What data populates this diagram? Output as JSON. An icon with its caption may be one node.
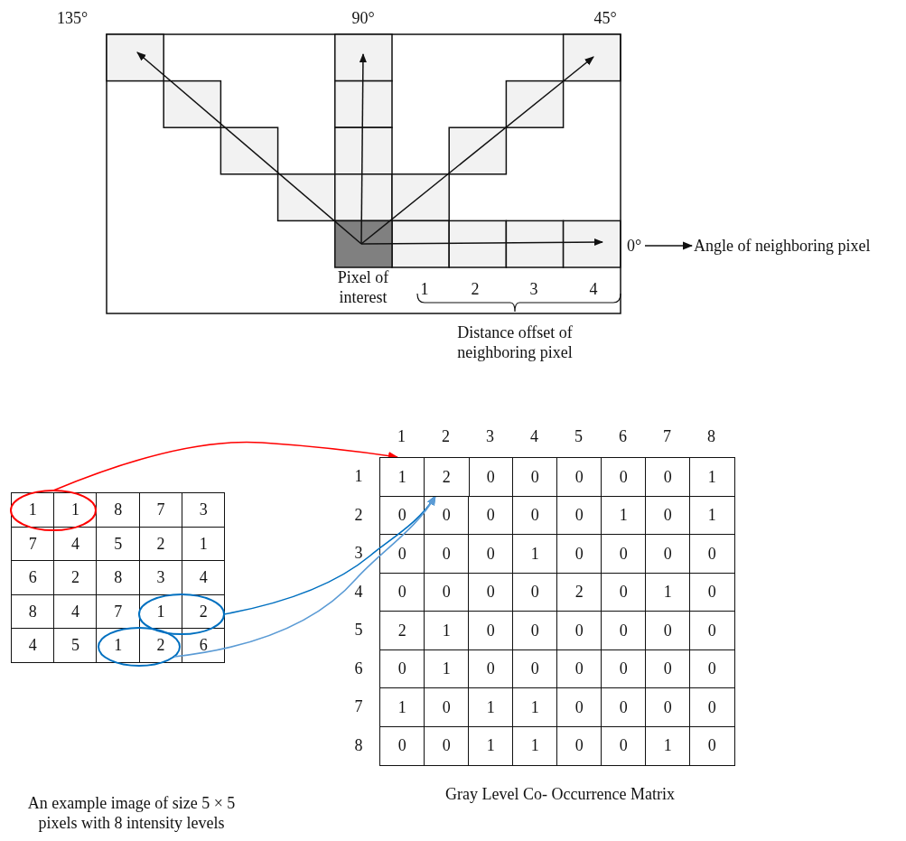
{
  "diagram": {
    "nodes": [
      {
        "text": [
          "0°"
        ]
      },
      {
        "text": [
          "Angle of neighboring pixel"
        ]
      },
      {
        "text": [
          "1"
        ]
      },
      {
        "text": [
          "2"
        ]
      },
      {
        "text": [],
        "shape": "ellipse"
      },
      {
        "text": [],
        "shape": "ellipse"
      },
      {
        "text": [],
        "shape": "ellipse"
      }
    ],
    "edges": [
      {
        "from": 0,
        "to": 1,
        "arrow": "to"
      },
      {
        "from": 4,
        "to": 2,
        "arrow": "to",
        "color": "#ff0000"
      },
      {
        "from": 5,
        "to": 3,
        "arrow": "to",
        "color": "#0070c0"
      },
      {
        "from": 6,
        "to": 3,
        "arrow": "to",
        "color": "#5b9bd5"
      }
    ],
    "labels": [
      "135°",
      "90°",
      "45°",
      "Pixel of interest",
      "1",
      "2",
      "3",
      "4",
      "Distance offset of neighboring pixel",
      "1",
      "1",
      "8",
      "7",
      "3",
      "7",
      "4",
      "5",
      "2",
      "1",
      "6",
      "2",
      "8",
      "3",
      "4",
      "8",
      "4",
      "7",
      "1",
      "2",
      "4",
      "5",
      "1",
      "2",
      "6",
      "1",
      "2",
      "3",
      "4",
      "5",
      "6",
      "7",
      "8",
      "1",
      "0",
      "0",
      "0",
      "0",
      "0",
      "1",
      "2",
      "0",
      "0",
      "0",
      "0",
      "0",
      "1",
      "0",
      "1",
      "3",
      "0",
      "0",
      "0",
      "1",
      "0",
      "0",
      "0",
      "0",
      "4",
      "0",
      "0",
      "0",
      "0",
      "2",
      "0",
      "1",
      "0",
      "5",
      "2",
      "1",
      "0",
      "0",
      "0",
      "0",
      "0",
      "0",
      "6",
      "0",
      "1",
      "0",
      "0",
      "0",
      "0",
      "0",
      "0",
      "7",
      "1",
      "0",
      "1",
      "1",
      "0",
      "0",
      "0",
      "0",
      "8",
      "0",
      "0",
      "1",
      "1",
      "0",
      "0",
      "1",
      "0",
      "An example image of size 5 × 5 pixels with 8 intensity levels",
      "Gray Level Co- Occurrence Matrix"
    ]
  }
}
